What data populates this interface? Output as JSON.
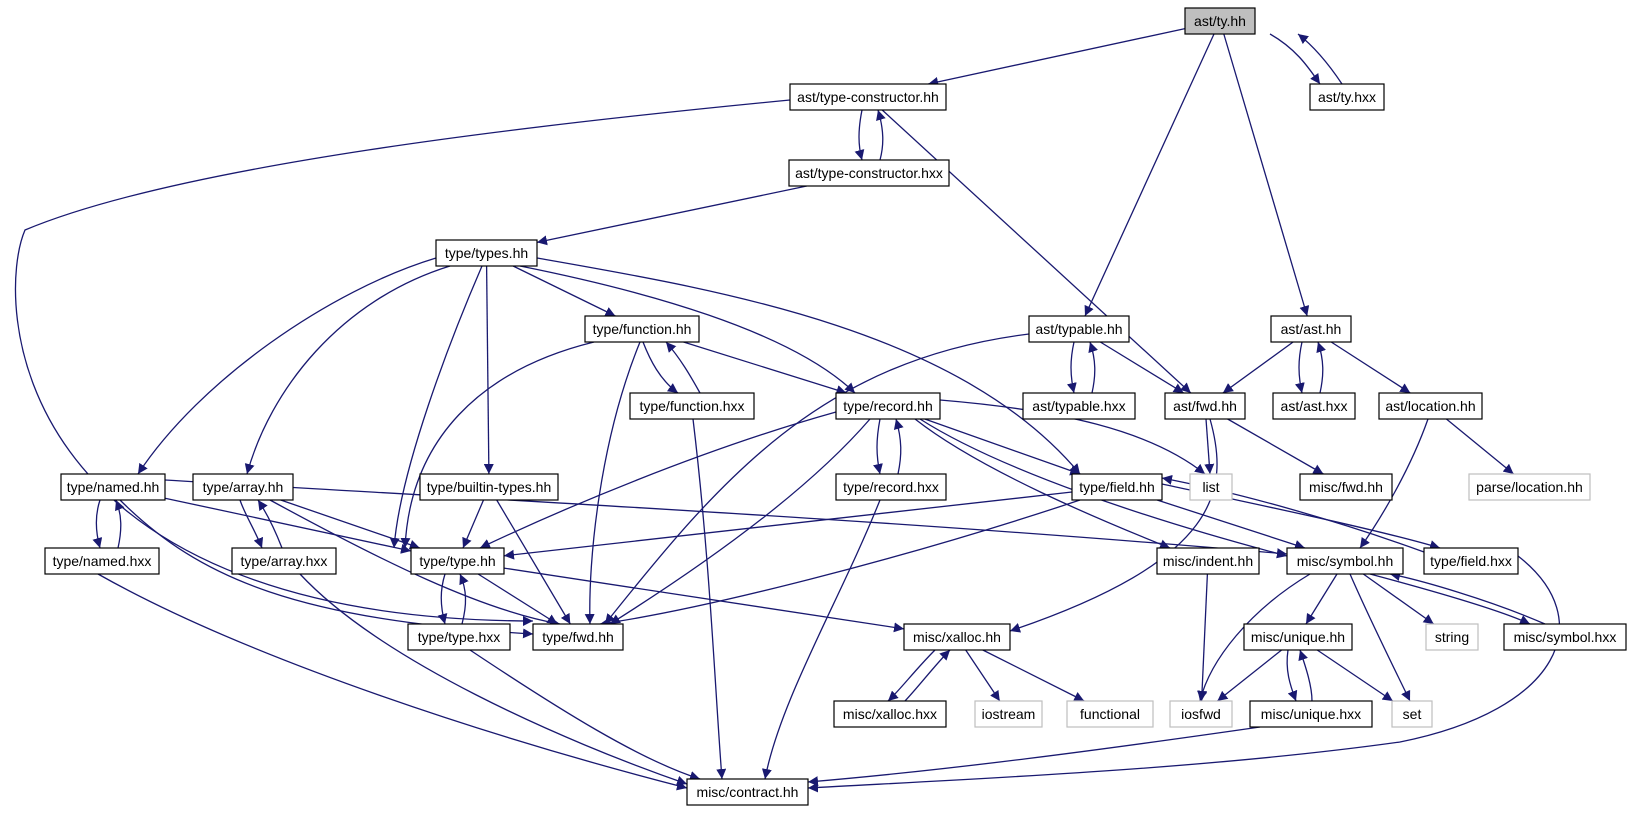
{
  "colors": {
    "edge": "#191970",
    "node_border": "#000000",
    "external_border": "#bfbfbf",
    "root_fill": "#bfbfbf",
    "node_fill": "#ffffff"
  },
  "graph": {
    "nodes": [
      {
        "id": "ast_ty_hh",
        "label": "ast/ty.hh",
        "kind": "root"
      },
      {
        "id": "ast_type_constructor_hh",
        "label": "ast/type-constructor.hh",
        "kind": "file"
      },
      {
        "id": "ast_ty_hxx",
        "label": "ast/ty.hxx",
        "kind": "file"
      },
      {
        "id": "ast_type_constructor_hxx",
        "label": "ast/type-constructor.hxx",
        "kind": "file"
      },
      {
        "id": "type_types_hh",
        "label": "type/types.hh",
        "kind": "file"
      },
      {
        "id": "type_function_hh",
        "label": "type/function.hh",
        "kind": "file"
      },
      {
        "id": "ast_typable_hh",
        "label": "ast/typable.hh",
        "kind": "file"
      },
      {
        "id": "ast_ast_hh",
        "label": "ast/ast.hh",
        "kind": "file"
      },
      {
        "id": "type_function_hxx",
        "label": "type/function.hxx",
        "kind": "file"
      },
      {
        "id": "type_record_hh",
        "label": "type/record.hh",
        "kind": "file"
      },
      {
        "id": "ast_typable_hxx",
        "label": "ast/typable.hxx",
        "kind": "file"
      },
      {
        "id": "ast_fwd_hh",
        "label": "ast/fwd.hh",
        "kind": "file"
      },
      {
        "id": "ast_ast_hxx",
        "label": "ast/ast.hxx",
        "kind": "file"
      },
      {
        "id": "ast_location_hh",
        "label": "ast/location.hh",
        "kind": "file"
      },
      {
        "id": "type_named_hh",
        "label": "type/named.hh",
        "kind": "file"
      },
      {
        "id": "type_array_hh",
        "label": "type/array.hh",
        "kind": "file"
      },
      {
        "id": "type_builtin_types_hh",
        "label": "type/builtin-types.hh",
        "kind": "file"
      },
      {
        "id": "type_record_hxx",
        "label": "type/record.hxx",
        "kind": "file"
      },
      {
        "id": "type_field_hh",
        "label": "type/field.hh",
        "kind": "file"
      },
      {
        "id": "list",
        "label": "list",
        "kind": "external"
      },
      {
        "id": "misc_fwd_hh",
        "label": "misc/fwd.hh",
        "kind": "file"
      },
      {
        "id": "parse_location_hh",
        "label": "parse/location.hh",
        "kind": "external"
      },
      {
        "id": "type_named_hxx",
        "label": "type/named.hxx",
        "kind": "file"
      },
      {
        "id": "type_array_hxx",
        "label": "type/array.hxx",
        "kind": "file"
      },
      {
        "id": "type_type_hh",
        "label": "type/type.hh",
        "kind": "file"
      },
      {
        "id": "misc_indent_hh",
        "label": "misc/indent.hh",
        "kind": "file"
      },
      {
        "id": "misc_symbol_hh",
        "label": "misc/symbol.hh",
        "kind": "file"
      },
      {
        "id": "type_field_hxx",
        "label": "type/field.hxx",
        "kind": "file"
      },
      {
        "id": "type_type_hxx",
        "label": "type/type.hxx",
        "kind": "file"
      },
      {
        "id": "type_fwd_hh",
        "label": "type/fwd.hh",
        "kind": "file"
      },
      {
        "id": "misc_xalloc_hh",
        "label": "misc/xalloc.hh",
        "kind": "file"
      },
      {
        "id": "misc_unique_hh",
        "label": "misc/unique.hh",
        "kind": "file"
      },
      {
        "id": "string",
        "label": "string",
        "kind": "external"
      },
      {
        "id": "misc_symbol_hxx",
        "label": "misc/symbol.hxx",
        "kind": "file"
      },
      {
        "id": "misc_xalloc_hxx",
        "label": "misc/xalloc.hxx",
        "kind": "file"
      },
      {
        "id": "iostream",
        "label": "iostream",
        "kind": "external"
      },
      {
        "id": "functional",
        "label": "functional",
        "kind": "external"
      },
      {
        "id": "iosfwd",
        "label": "iosfwd",
        "kind": "external"
      },
      {
        "id": "misc_unique_hxx",
        "label": "misc/unique.hxx",
        "kind": "file"
      },
      {
        "id": "set",
        "label": "set",
        "kind": "external"
      },
      {
        "id": "misc_contract_hh",
        "label": "misc/contract.hh",
        "kind": "file"
      }
    ],
    "edges": [
      [
        "ast_ty_hh",
        "ast_type_constructor_hh"
      ],
      [
        "ast_ty_hh",
        "ast_ty_hxx"
      ],
      [
        "ast_ty_hxx",
        "ast_ty_hh"
      ],
      [
        "ast_ty_hh",
        "ast_typable_hh"
      ],
      [
        "ast_ty_hh",
        "ast_ast_hh"
      ],
      [
        "ast_type_constructor_hh",
        "type_fwd_hh"
      ],
      [
        "ast_type_constructor_hh",
        "ast_type_constructor_hxx"
      ],
      [
        "ast_type_constructor_hxx",
        "ast_type_constructor_hh"
      ],
      [
        "ast_type_constructor_hh",
        "ast_fwd_hh"
      ],
      [
        "ast_type_constructor_hxx",
        "type_types_hh"
      ],
      [
        "type_types_hh",
        "type_named_hh"
      ],
      [
        "type_types_hh",
        "type_array_hh"
      ],
      [
        "type_types_hh",
        "type_type_hh"
      ],
      [
        "type_types_hh",
        "type_builtin_types_hh"
      ],
      [
        "type_types_hh",
        "type_function_hh"
      ],
      [
        "type_types_hh",
        "type_record_hh"
      ],
      [
        "type_types_hh",
        "type_field_hh"
      ],
      [
        "type_function_hh",
        "type_type_hh"
      ],
      [
        "type_function_hh",
        "type_fwd_hh"
      ],
      [
        "type_function_hh",
        "type_function_hxx"
      ],
      [
        "type_function_hxx",
        "type_function_hh"
      ],
      [
        "type_function_hh",
        "type_record_hh"
      ],
      [
        "type_function_hxx",
        "misc_contract_hh"
      ],
      [
        "ast_typable_hh",
        "type_fwd_hh"
      ],
      [
        "ast_typable_hh",
        "ast_typable_hxx"
      ],
      [
        "ast_typable_hxx",
        "ast_typable_hh"
      ],
      [
        "ast_typable_hh",
        "ast_fwd_hh"
      ],
      [
        "ast_ast_hh",
        "ast_fwd_hh"
      ],
      [
        "ast_ast_hh",
        "ast_ast_hxx"
      ],
      [
        "ast_ast_hxx",
        "ast_ast_hh"
      ],
      [
        "ast_ast_hh",
        "ast_location_hh"
      ],
      [
        "ast_fwd_hh",
        "list"
      ],
      [
        "ast_fwd_hh",
        "misc_fwd_hh"
      ],
      [
        "ast_fwd_hh",
        "misc_xalloc_hh"
      ],
      [
        "ast_location_hh",
        "parse_location_hh"
      ],
      [
        "ast_location_hh",
        "misc_symbol_hh"
      ],
      [
        "type_record_hh",
        "type_type_hh"
      ],
      [
        "type_record_hh",
        "type_fwd_hh"
      ],
      [
        "type_record_hh",
        "type_record_hxx"
      ],
      [
        "type_record_hxx",
        "type_record_hh"
      ],
      [
        "type_record_hh",
        "type_field_hh"
      ],
      [
        "type_record_hh",
        "list"
      ],
      [
        "type_record_hh",
        "misc_indent_hh"
      ],
      [
        "type_record_hh",
        "misc_symbol_hh"
      ],
      [
        "type_record_hxx",
        "misc_contract_hh"
      ],
      [
        "type_named_hh",
        "type_named_hxx"
      ],
      [
        "type_named_hxx",
        "type_named_hh"
      ],
      [
        "type_named_hh",
        "type_type_hh"
      ],
      [
        "type_named_hh",
        "type_fwd_hh"
      ],
      [
        "type_named_hh",
        "misc_symbol_hh"
      ],
      [
        "type_named_hxx",
        "misc_contract_hh"
      ],
      [
        "type_array_hh",
        "type_array_hxx"
      ],
      [
        "type_array_hxx",
        "type_array_hh"
      ],
      [
        "type_array_hh",
        "type_type_hh"
      ],
      [
        "type_array_hh",
        "type_fwd_hh"
      ],
      [
        "type_array_hxx",
        "misc_contract_hh"
      ],
      [
        "type_builtin_types_hh",
        "type_type_hh"
      ],
      [
        "type_builtin_types_hh",
        "type_fwd_hh"
      ],
      [
        "type_field_hh",
        "type_type_hh"
      ],
      [
        "type_field_hh",
        "type_fwd_hh"
      ],
      [
        "type_field_hh",
        "misc_symbol_hh"
      ],
      [
        "type_field_hh",
        "type_field_hxx"
      ],
      [
        "type_field_hxx",
        "type_field_hh"
      ],
      [
        "type_field_hxx",
        "misc_contract_hh"
      ],
      [
        "type_type_hh",
        "type_type_hxx"
      ],
      [
        "type_type_hxx",
        "type_type_hh"
      ],
      [
        "type_type_hh",
        "type_fwd_hh"
      ],
      [
        "type_type_hh",
        "misc_xalloc_hh"
      ],
      [
        "type_type_hxx",
        "misc_contract_hh"
      ],
      [
        "misc_indent_hh",
        "iosfwd"
      ],
      [
        "misc_symbol_hh",
        "iosfwd"
      ],
      [
        "misc_symbol_hh",
        "misc_unique_hh"
      ],
      [
        "misc_symbol_hh",
        "string"
      ],
      [
        "misc_symbol_hh",
        "set"
      ],
      [
        "misc_symbol_hh",
        "misc_symbol_hxx"
      ],
      [
        "misc_symbol_hxx",
        "misc_symbol_hh"
      ],
      [
        "misc_xalloc_hh",
        "misc_xalloc_hxx"
      ],
      [
        "misc_xalloc_hxx",
        "misc_xalloc_hh"
      ],
      [
        "misc_xalloc_hh",
        "iostream"
      ],
      [
        "misc_xalloc_hh",
        "functional"
      ],
      [
        "misc_unique_hh",
        "iosfwd"
      ],
      [
        "misc_unique_hh",
        "set"
      ],
      [
        "misc_unique_hh",
        "misc_unique_hxx"
      ],
      [
        "misc_unique_hxx",
        "misc_unique_hh"
      ],
      [
        "misc_unique_hxx",
        "misc_contract_hh"
      ]
    ]
  }
}
